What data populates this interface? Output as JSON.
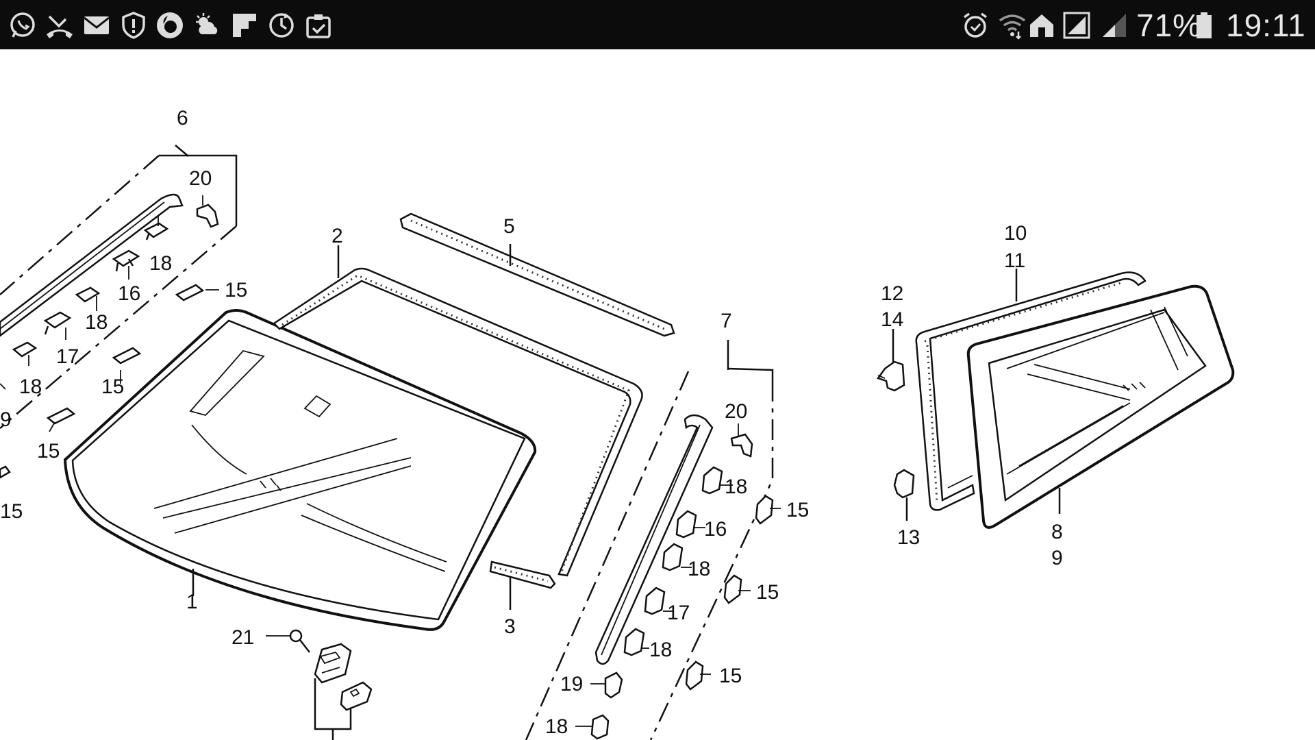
{
  "status_bar": {
    "left_icons": [
      "whatsapp-icon",
      "missed-call-icon",
      "mail-icon",
      "shield-icon",
      "vodafone-icon",
      "weather-icon",
      "flipboard-icon",
      "sync-icon",
      "clipboard-check-icon"
    ],
    "right_icons": [
      "alarm-icon",
      "wifi-icon",
      "home-icon",
      "signal-box-icon",
      "signal-icon",
      "battery-icon"
    ],
    "battery_percent": "71%",
    "time": "19:11"
  },
  "diagram": {
    "callouts": {
      "c1": "1",
      "c2": "2",
      "c3": "3",
      "c5": "5",
      "c6": "6",
      "c7": "7",
      "c8": "8",
      "c9": "9",
      "c10": "10",
      "c11": "11",
      "c12": "12",
      "c13": "13",
      "c14": "14",
      "c15a": "15",
      "c15b": "15",
      "c15c": "15",
      "c15d": "15",
      "c15e": "15",
      "c15f": "15",
      "c15g": "15",
      "c16a": "16",
      "c16b": "16",
      "c17a": "17",
      "c17b": "17",
      "c18a": "18",
      "c18b": "18",
      "c18c": "18",
      "c18d": "18",
      "c18e": "18",
      "c18f": "18",
      "c18g": "18",
      "c19": "19",
      "c9left": "9",
      "c20a": "20",
      "c20b": "20",
      "c21": "21"
    }
  }
}
